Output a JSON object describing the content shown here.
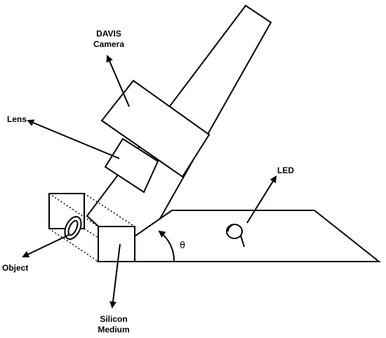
{
  "labels": {
    "davis_line1": "DAVIS",
    "davis_line2": "Camera",
    "lens": "Lens",
    "led": "LED",
    "object": "Object",
    "silicon_line1": "Silicon",
    "silicon_line2": "Medium",
    "angle": "θ"
  }
}
